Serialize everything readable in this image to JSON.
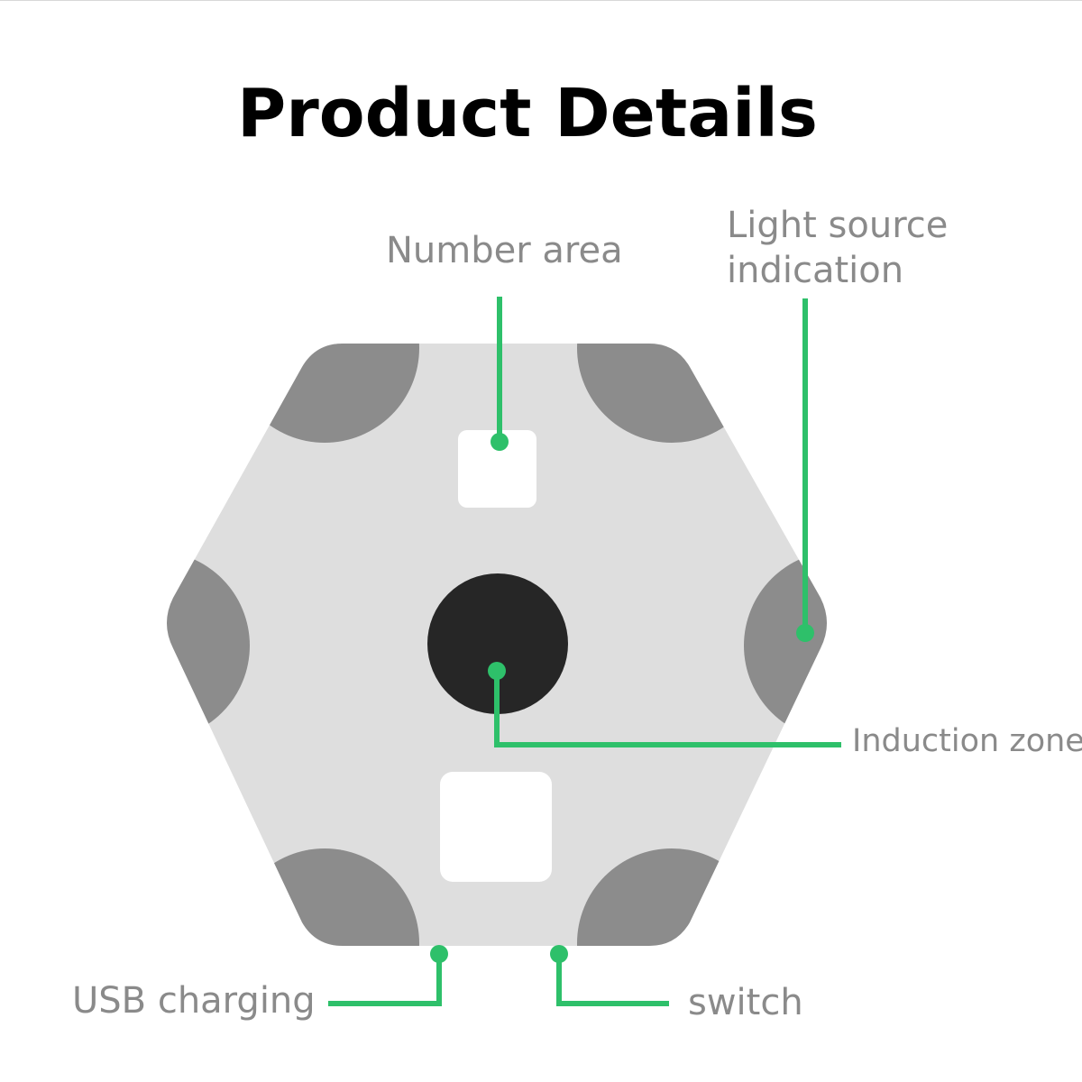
{
  "title": "Product Details",
  "labels": {
    "number_area": "Number area",
    "light_source_line1": "Light source",
    "light_source_line2": "indication",
    "induction_zone": "Induction zone",
    "usb_charging": "USB charging",
    "switch": "switch"
  },
  "colors": {
    "title": "#000000",
    "label_text": "#8a8a8a",
    "leader_line": "#2ec06a",
    "hexagon_body": "#dedede",
    "corner_pads": "#8c8c8c",
    "induction_disc": "#262626",
    "windows": "#ffffff"
  }
}
